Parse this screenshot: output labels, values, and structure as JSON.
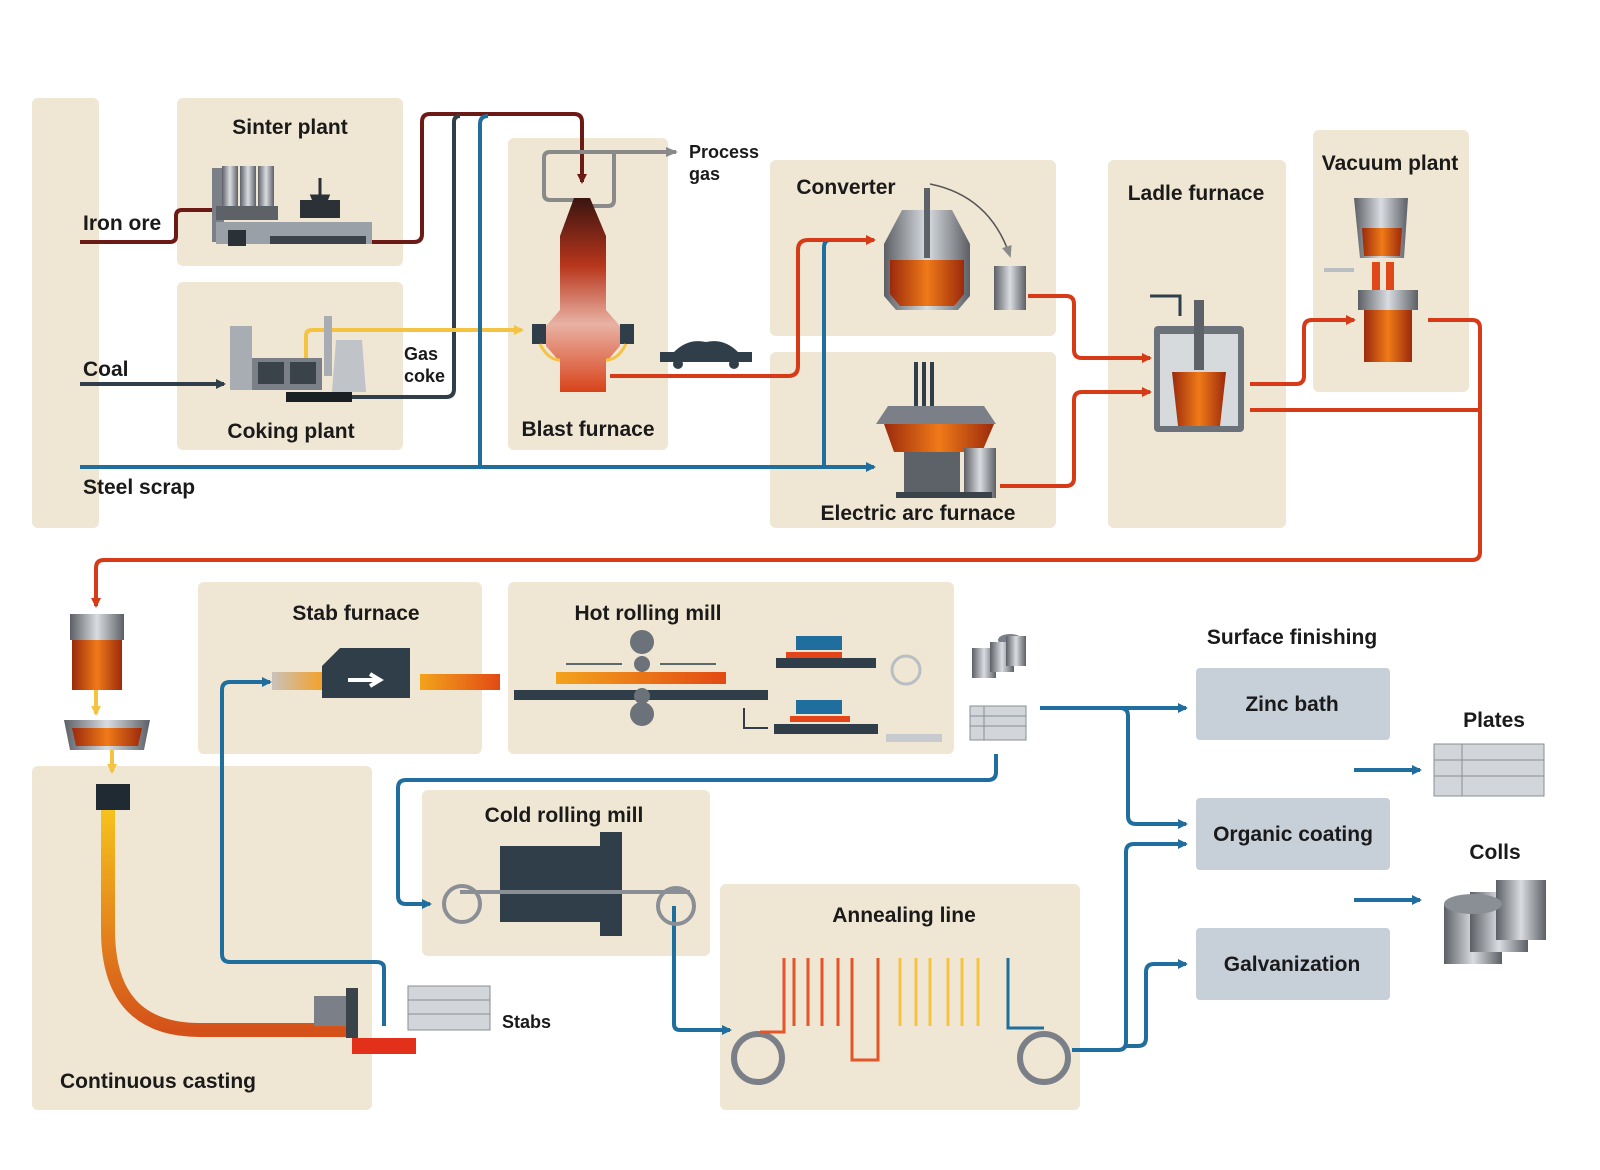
{
  "stages": {
    "sinter_plant": "Sinter plant",
    "coking_plant": "Coking plant",
    "blast_furnace": "Blast furnace",
    "converter": "Converter",
    "electric_arc_furnace": "Electric arc furnace",
    "ladle_furnace": "Ladle furnace",
    "vacuum_plant": "Vacuum plant",
    "stab_furnace": "Stab furnace",
    "hot_rolling_mill": "Hot rolling mill",
    "cold_rolling_mill": "Cold rolling mill",
    "annealing_line": "Annealing line",
    "continuous_casting": "Continuous casting"
  },
  "inputs": {
    "iron_ore": "Iron ore",
    "coal": "Coal",
    "steel_scrap": "Steel scrap",
    "gas_coke_1": "Gas",
    "gas_coke_2": "coke",
    "process_gas_1": "Process",
    "process_gas_2": "gas",
    "stabs": "Stabs"
  },
  "finishing": {
    "title": "Surface finishing",
    "items": [
      "Zinc bath",
      "Organic coating",
      "Galvanization"
    ]
  },
  "products": {
    "plates": "Plates",
    "coils": "Colls"
  },
  "colors": {
    "panel": "#efe6d3",
    "iron_ore_line": "#6b1a16",
    "coal_line": "#2f3e48",
    "scrap_line": "#1f6e9e",
    "hot_metal_line": "#d63a17",
    "gas_line": "#f4c341",
    "process_gas_line": "#8a8a8a",
    "finishing_box": "#c7cfd9"
  }
}
